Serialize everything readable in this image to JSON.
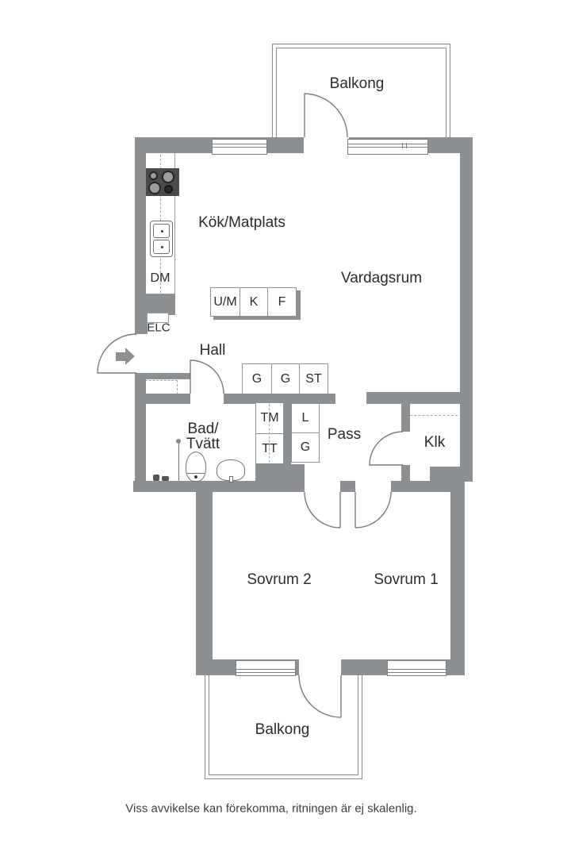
{
  "rooms": {
    "balcony_top": "Balkong",
    "kitchen": "Kök/Matplats",
    "living_room": "Vardagsrum",
    "hall": "Hall",
    "bathroom_line1": "Bad/",
    "bathroom_line2": "Tvätt",
    "passage": "Pass",
    "walkin_closet": "Klk",
    "bedroom2": "Sovrum 2",
    "bedroom1": "Sovrum 1",
    "balcony_bottom": "Balkong"
  },
  "fixtures": {
    "dishwasher": "DM",
    "electrical_cabinet": "ELC",
    "oven_microwave": "U/M",
    "fridge": "K",
    "freezer": "F",
    "wardrobe1": "G",
    "wardrobe2": "G",
    "cleaning_closet": "ST",
    "washing_machine": "TM",
    "dryer": "TT",
    "linen_closet": "L",
    "wardrobe3": "G"
  },
  "footer": {
    "disclaimer": "Viss avvikelse kan förekomma, ritningen är ej skalenlig."
  },
  "colors": {
    "wall": "#8d9093",
    "door_line": "#7a7a7a",
    "text": "#2c2c2c"
  }
}
